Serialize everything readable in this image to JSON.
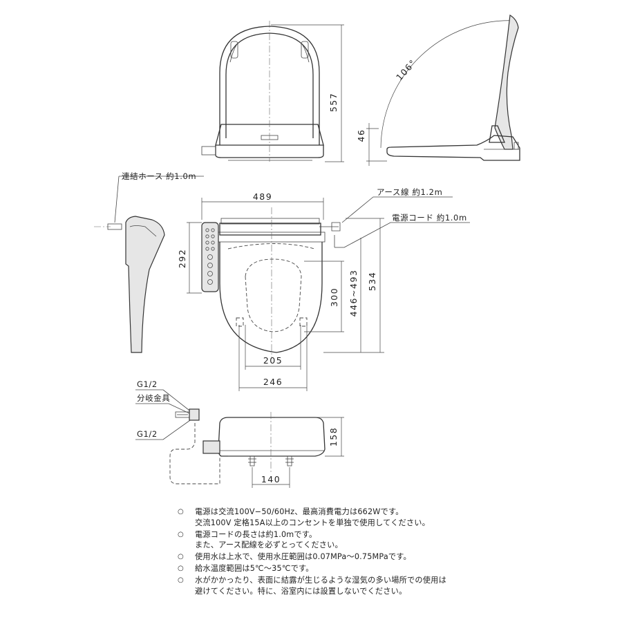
{
  "dimensions": {
    "top_height": "557",
    "hinge_height": "46",
    "angle": "106°",
    "width": "489",
    "control_panel_height": "292",
    "depth_total": "534",
    "depth_range": "446~493",
    "opening_length": "300",
    "inner_width": "205",
    "outer_width": "246",
    "side_height": "158",
    "inlet_spacing": "140"
  },
  "labels": {
    "hose": "連結ホース 約1.0m",
    "earth": "アース線 約1.2m",
    "cord": "電源コード 約1.0m",
    "g_top": "G1/2",
    "branch": "分岐金具",
    "g_bottom": "G1/2"
  },
  "notes": [
    "電源は交流100V−50/60Hz、最高消費電力は662Wです。\n交流100V 定格15A以上のコンセントを単独で使用してください。",
    "電源コードの長さは約1.0mです。\nまた、アース配線を必ずとってください。",
    "使用水は上水で、使用水圧範囲は0.07MPa〜0.75MPaです。",
    "給水温度範囲は5℃〜35℃です。",
    "水がかかったり、表面に結露が生じるような湿気の多い場所での使用は\n避けてください。特に、浴室内には設置しないでください。"
  ],
  "bullet_symbol": "○"
}
